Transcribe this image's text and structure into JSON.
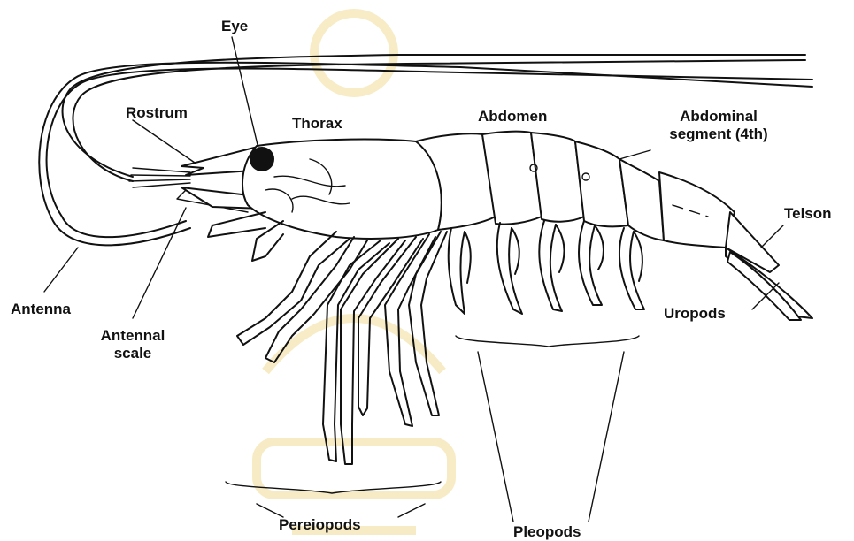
{
  "labels": {
    "eye": "Eye",
    "rostrum": "Rostrum",
    "thorax": "Thorax",
    "abdomen": "Abdomen",
    "abdominal_segment_line1": "Abdominal",
    "abdominal_segment_line2": "segment (4th)",
    "telson": "Telson",
    "antenna": "Antenna",
    "antennal_scale_line1": "Antennal",
    "antennal_scale_line2": "scale",
    "uropods": "Uropods",
    "pereiopods": "Pereiopods",
    "pleopods": "Pleopods"
  },
  "colors": {
    "ink": "#111111",
    "watermark": "#f6e7b8"
  }
}
